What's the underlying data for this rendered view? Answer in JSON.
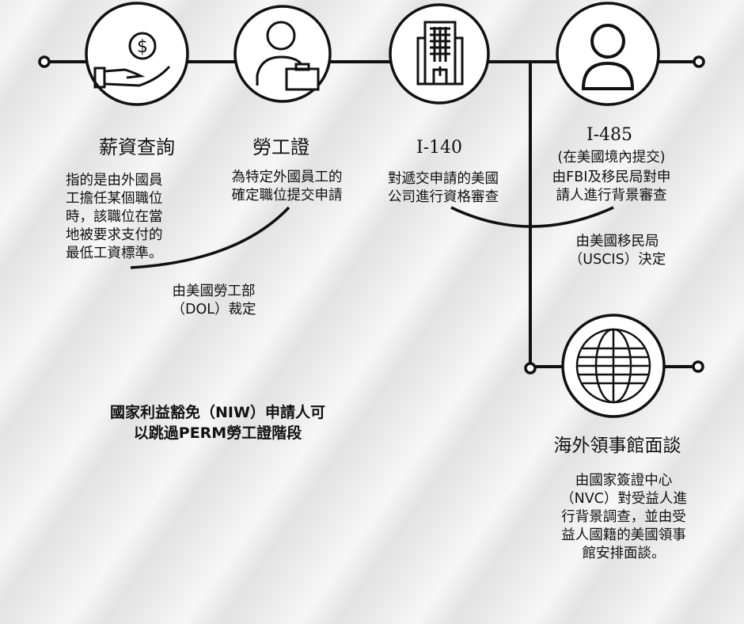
{
  "steps": [
    {
      "title": "薪資查詢",
      "icon": "hand-money-icon",
      "desc": [
        "指的是由外國員",
        "工擔任某個職位",
        "時，該職位在當",
        "地被要求支付的",
        "最低工資標準。"
      ]
    },
    {
      "title": "勞工證",
      "icon": "worker-briefcase-icon",
      "desc": [
        "為特定外國員工的",
        "確定職位提交申請"
      ]
    },
    {
      "title": "I-140",
      "icon": "office-building-icon",
      "desc": [
        "對遞交申請的美國",
        "公司進行資格審查"
      ]
    },
    {
      "title": "I-485",
      "subtitle": "(在美國境內提交)",
      "icon": "person-icon",
      "desc": [
        "由FBI及移民局對申",
        "請人進行背景審查"
      ]
    },
    {
      "title": "海外領事館面談",
      "icon": "globe-icon",
      "desc": [
        "由國家簽證中心",
        "（NVC）對受益人進",
        "行背景調查，並由受",
        "益人國籍的美國領事",
        "館安排面談。"
      ]
    }
  ],
  "notes": {
    "dol": [
      "由美國勞工部",
      "（DOL）裁定"
    ],
    "uscis": [
      "由美國移民局",
      "（USCIS）決定"
    ],
    "niw": [
      "國家利益豁免（NIW）申請人可",
      "以跳過PERM勞工證階段"
    ]
  }
}
